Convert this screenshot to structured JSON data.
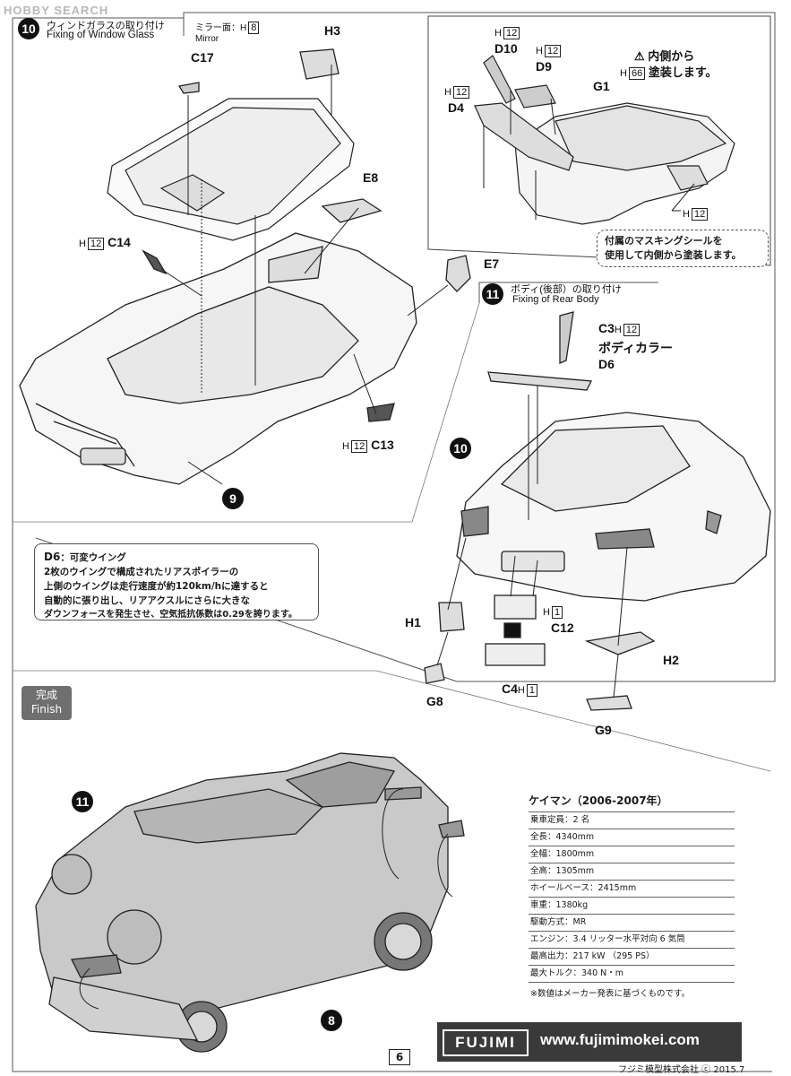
{
  "watermark": "HOBBY SEARCH",
  "step10": {
    "number": "10",
    "title_jp": "ウィンドガラスの取り付け",
    "title_en": "Fixing of Window Glass",
    "mirror_note": "ミラー面：H",
    "mirror_code": "8",
    "mirror_en": "Mirror"
  },
  "parts": {
    "H3": "H3",
    "C17": "C17",
    "E8": "E8",
    "E7": "E7",
    "C14": "C14",
    "C13": "C13",
    "H12_c14": "12",
    "H12_c13": "12",
    "H_prefix": "H",
    "D10": "D10",
    "D9": "D9",
    "D4": "D4",
    "G1": "G1",
    "C3": "C3",
    "D6": "D6",
    "H1": "H1",
    "C12": "C12",
    "C4": "C4",
    "H2": "H2",
    "G8": "G8",
    "G9": "G9",
    "code_12": "12",
    "code_1": "1",
    "code_66": "66"
  },
  "subassembly": {
    "nine": "9",
    "eight": "8",
    "ten": "10",
    "eleven": "11"
  },
  "inside_paint": {
    "line1": "内側から",
    "line2": "塗装します。",
    "warn": "⚠"
  },
  "mask_note": {
    "line1": "付属のマスキングシールを",
    "line2": "使用して内側から塗装します。"
  },
  "step11": {
    "number": "11",
    "title_jp": "ボディ(後部）の取り付け",
    "title_en": "Fixing of Rear Body",
    "body_color": "ボディカラー"
  },
  "d6_note": {
    "head": "D6",
    "head_jp": "：可変ウイング",
    "lines": [
      "2枚のウイングで構成されたリアスポイラーの",
      "上側のウイングは走行速度が約120km/hに達すると",
      "自動的に張り出し、リアアクスルにさらに大きな",
      "ダウンフォースを発生させ、空気抵抗係数は0.29を誇ります。"
    ]
  },
  "finish": {
    "jp": "完成",
    "en": "Finish"
  },
  "spec": {
    "title": "ケイマン（2006-2007年）",
    "rows": [
      "乗車定員：2 名",
      "全長：4340mm",
      "全幅：1800mm",
      "全高：1305mm",
      "ホイールベース：2415mm",
      "車重：1380kg",
      "駆動方式：MR",
      "エンジン：3.4 リッター水平対向 6 気筒",
      "最高出力：217 kW （295 PS）",
      "最大トルク：340 N・m"
    ],
    "foot": "※数値はメーカー発表に基づくものです。"
  },
  "footer": {
    "brand": "FUJIMI",
    "url": "www.fujimimokei.com",
    "page": "6",
    "copyright": "フジミ模型株式会社 ⓒ 2015.7"
  }
}
